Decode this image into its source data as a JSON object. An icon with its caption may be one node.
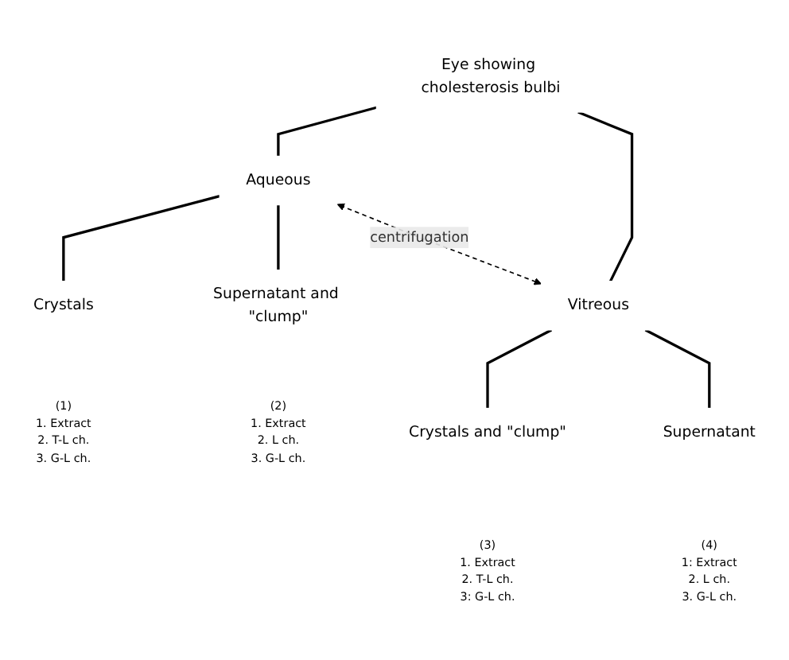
{
  "diagram": {
    "nodes": [
      {
        "text": [
          "Eye showing cholesterosis bulbi"
        ]
      },
      {
        "text": [
          "Aqueous"
        ]
      },
      {
        "text": [
          "Vitreous"
        ]
      },
      {
        "text": [
          "Crystals"
        ],
        "beside": [
          "(1)",
          "1. Extract",
          "2. T-L ch.",
          "3. G-L ch."
        ]
      },
      {
        "text": [
          "Supernatant and \"clump\""
        ],
        "beside": [
          "(2)",
          "1. Extract",
          "2. L ch.",
          "3. G-L ch."
        ]
      },
      {
        "text": [
          "Crystals and \"clump\""
        ],
        "beside": [
          "(3)",
          "1. Extract",
          "2. T-L ch.",
          "3: G-L ch."
        ]
      },
      {
        "text": [
          "Supernatant"
        ],
        "beside": [
          "(4)",
          "1: Extract",
          "2. L ch.",
          "3. G-L ch."
        ]
      }
    ],
    "edges": [
      {
        "from": 0,
        "to": 1,
        "arrow": "none"
      },
      {
        "from": 0,
        "to": 2,
        "arrow": "none"
      },
      {
        "from": 1,
        "to": 2,
        "arrow": "both",
        "style": "dashed",
        "label": "centrifugation"
      },
      {
        "from": 1,
        "to": 3,
        "arrow": "none"
      },
      {
        "from": 1,
        "to": 4,
        "arrow": "none"
      },
      {
        "from": 2,
        "to": 5,
        "arrow": "none"
      },
      {
        "from": 2,
        "to": 6,
        "arrow": "none"
      }
    ]
  }
}
